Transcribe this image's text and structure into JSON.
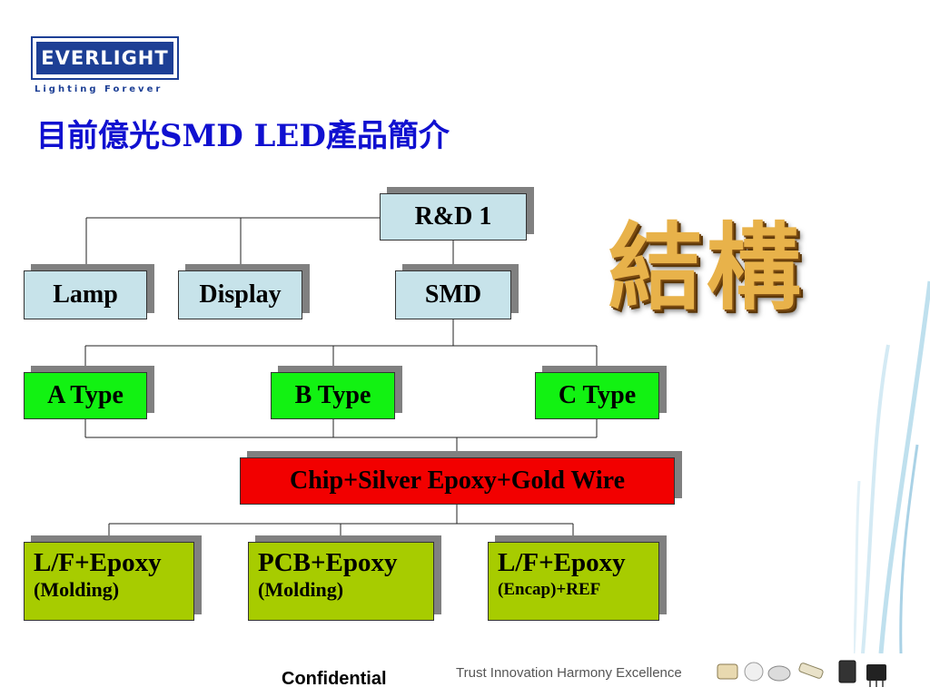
{
  "logo": {
    "brand": "EVERLIGHT",
    "tagline": "Lighting Forever"
  },
  "title": "目前億光SMD LED產品簡介",
  "side_heading": "結構",
  "nodes": {
    "rd1": "R&D 1",
    "lamp": "Lamp",
    "display": "Display",
    "smd": "SMD",
    "a_type": "A Type",
    "b_type": "B Type",
    "c_type": "C Type",
    "chip": "Chip+Silver Epoxy+Gold Wire",
    "lf_molding": {
      "line1": "L/F+Epoxy",
      "line2": "(Molding)"
    },
    "pcb_molding": {
      "line1": "PCB+Epoxy",
      "line2": "(Molding)"
    },
    "lf_encap": {
      "line1": "L/F+Epoxy",
      "line2": "(Encap)+REF"
    }
  },
  "footer": {
    "confidential": "Confidential",
    "motto": "Trust Innovation Harmony Excellence"
  },
  "colors": {
    "title": "#1010d0",
    "brand": "#1d3f95",
    "gray_node": "#c7e3ea",
    "green_node": "#12f212",
    "red_node": "#f20000",
    "olive_node": "#a7cc00"
  }
}
